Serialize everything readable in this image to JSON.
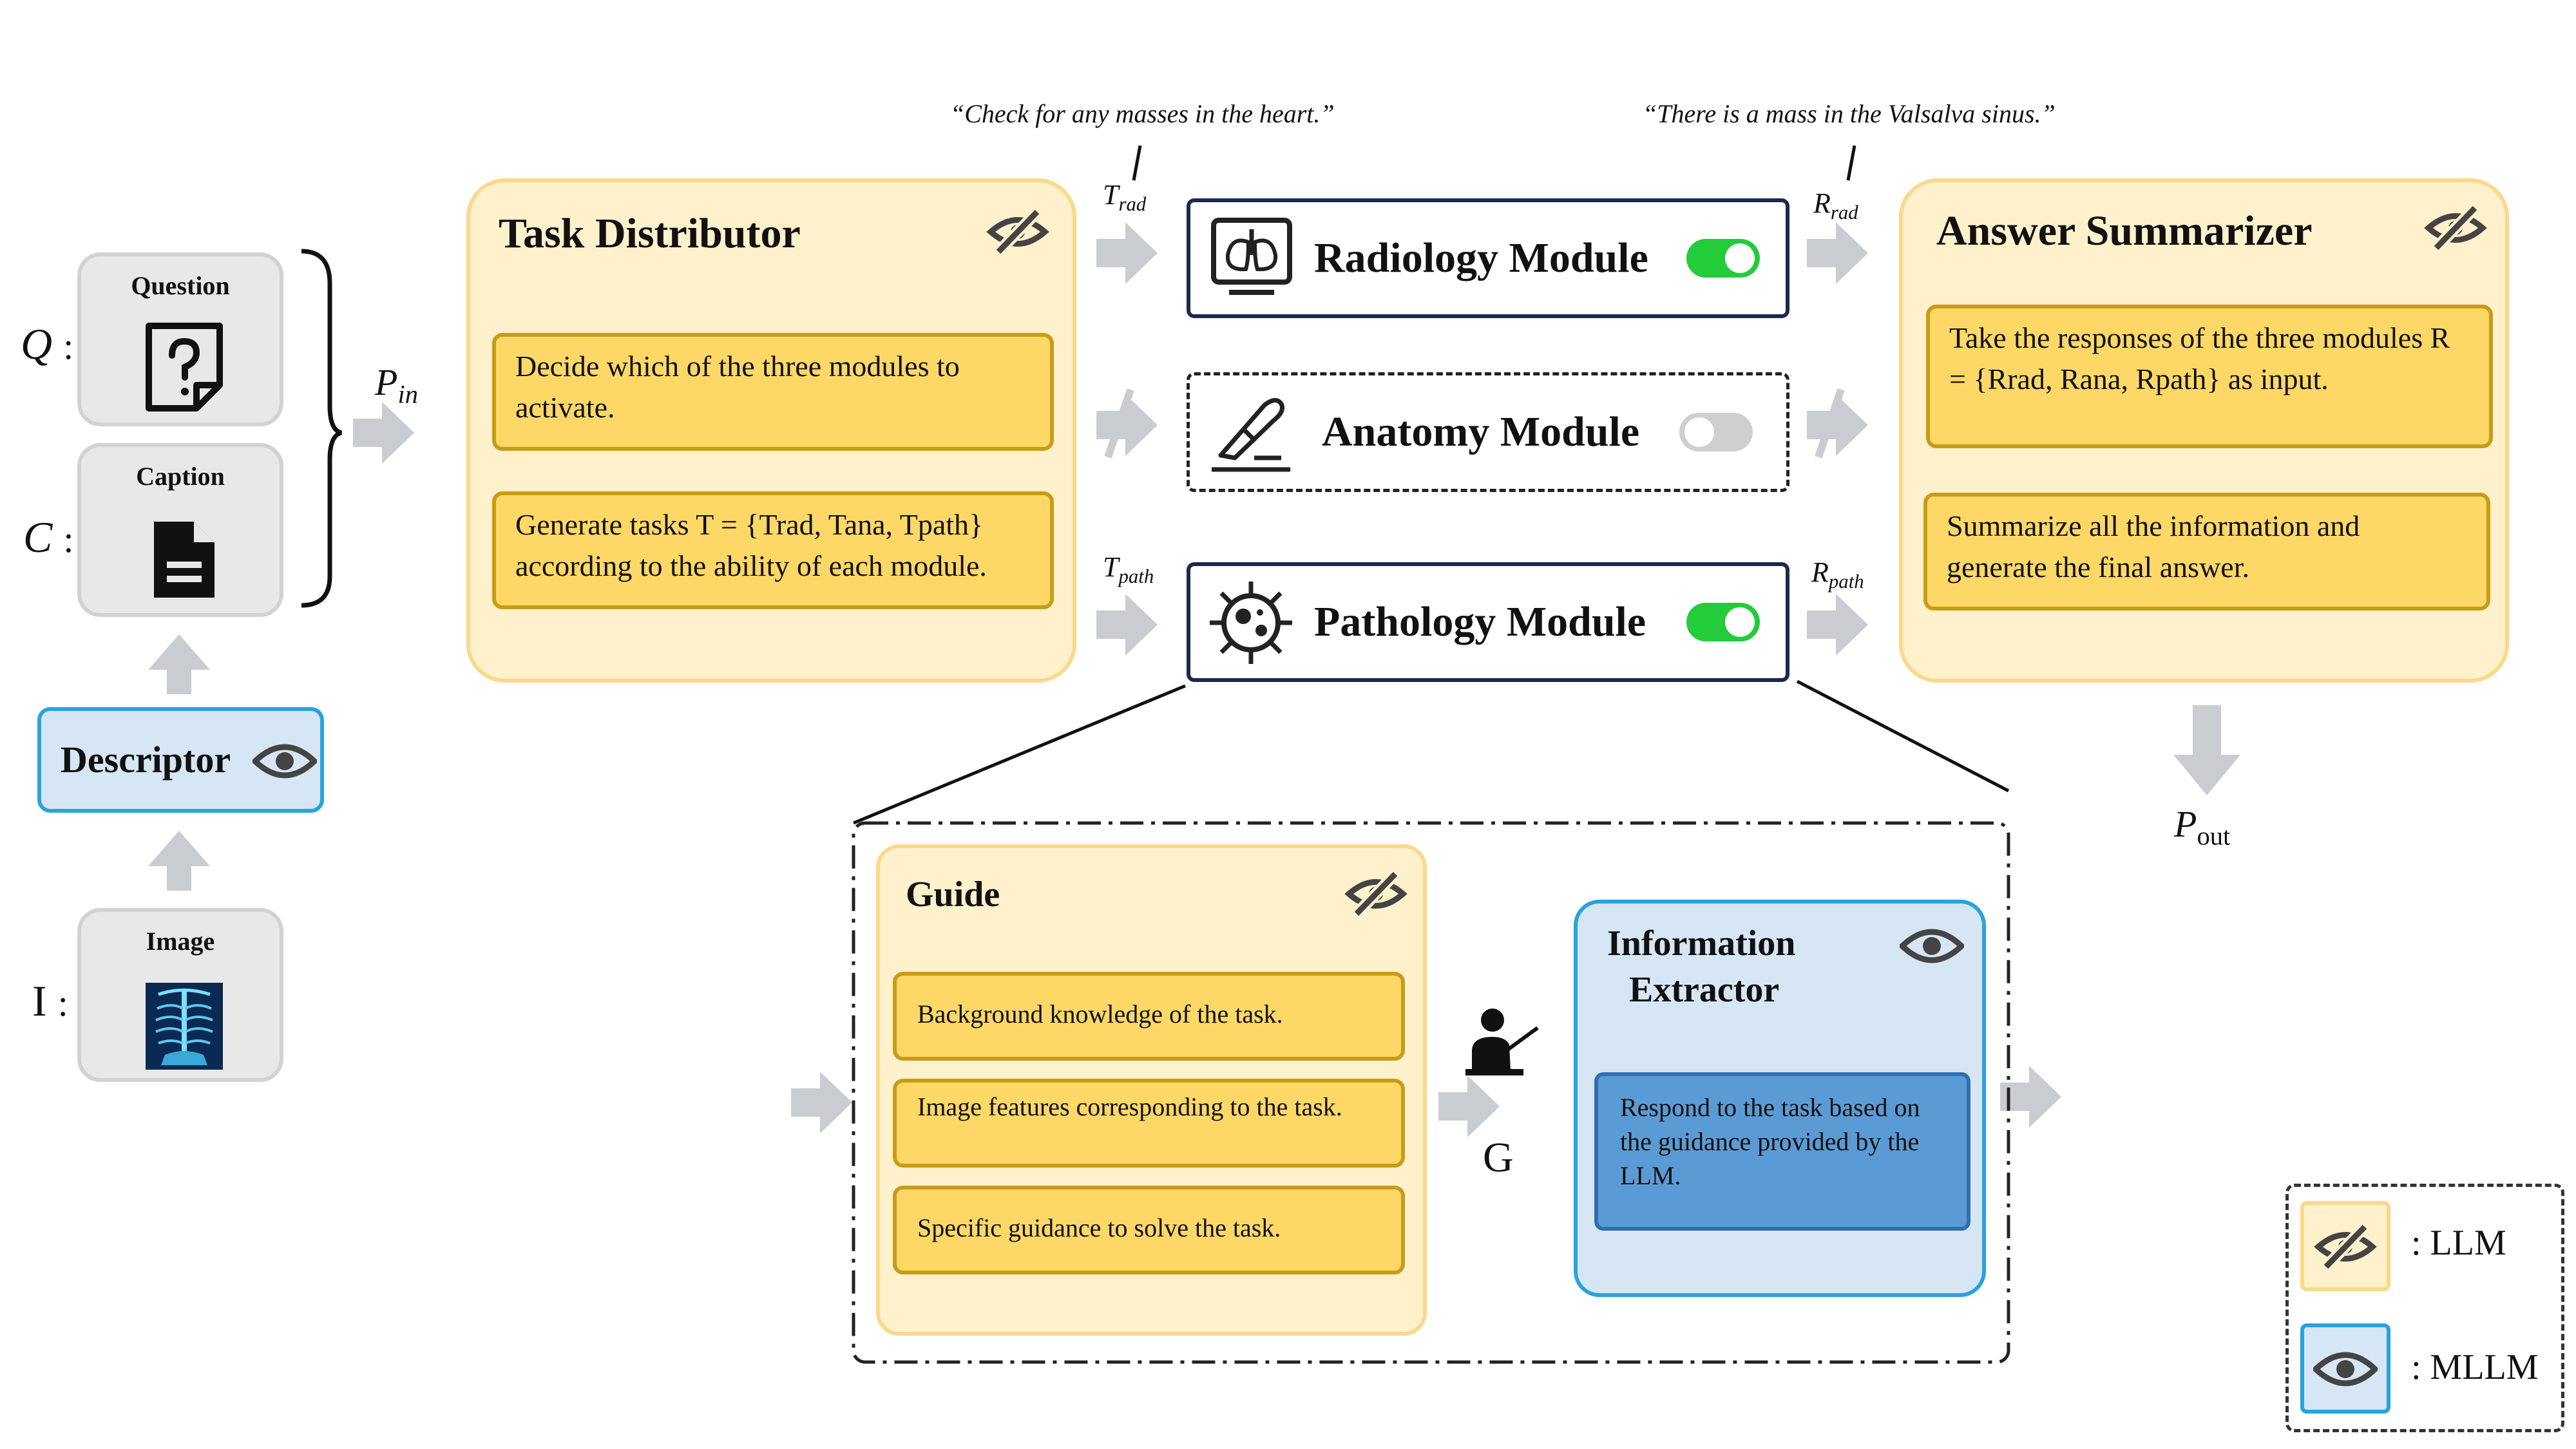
{
  "quotes": {
    "question": "“Check for any masses in the heart.”",
    "answer": "“There is a mass in the Valsalva sinus.”"
  },
  "inputs": {
    "q_letter": "Q",
    "c_letter": "C",
    "i_letter": "I",
    "colon": ":",
    "question_label": "Question",
    "caption_label": "Caption",
    "image_label": "Image"
  },
  "descriptor": {
    "label": "Descriptor",
    "icon": "eye-icon"
  },
  "symbols": {
    "p_in": "P",
    "p_in_sub": "in",
    "p_out": "P",
    "p_out_sub": "out",
    "t_rad": "T",
    "t_rad_sub": "rad",
    "t_path": "T",
    "t_path_sub": "path",
    "r_rad": "R",
    "r_rad_sub": "rad",
    "r_path": "R",
    "r_path_sub": "path",
    "g": "G"
  },
  "task_distributor": {
    "title": "Task Distributor",
    "icon": "eye-slash-icon",
    "items": [
      "Decide which of the three modules to activate.",
      "Generate tasks T = {Trad, Tana, Tpath} according to the ability of each module."
    ]
  },
  "modules": [
    {
      "name": "Radiology Module",
      "icon": "lungs-monitor-icon",
      "active": true
    },
    {
      "name": "Anatomy Module",
      "icon": "scalpel-icon",
      "active": false
    },
    {
      "name": "Pathology Module",
      "icon": "virus-icon",
      "active": true
    }
  ],
  "answer_summarizer": {
    "title": "Answer Summarizer",
    "icon": "eye-slash-icon",
    "items": [
      "Take the responses of the three modules R = {Rrad, Rana, Rpath} as input.",
      "Summarize all the information and generate the final answer."
    ]
  },
  "guide": {
    "title": "Guide",
    "icon": "eye-slash-icon",
    "items": [
      "Background knowledge of the task.",
      "Image features corresponding to the task.",
      "Specific guidance to solve the task."
    ]
  },
  "extractor": {
    "title_line1": "Information",
    "title_line2": "Extractor",
    "icon": "eye-icon",
    "item": "Respond to the task based on the guidance provided by the LLM."
  },
  "legend": {
    "llm": ": LLM",
    "mllm": ": MLLM"
  },
  "colors": {
    "llm_fill": "#fff1cc",
    "llm_item": "#fdd866",
    "mllm_fill": "#d6e6f4",
    "mllm_border": "#29a3dc",
    "toggle_on": "#22cc3a",
    "arrow": "#c9cdd2"
  }
}
